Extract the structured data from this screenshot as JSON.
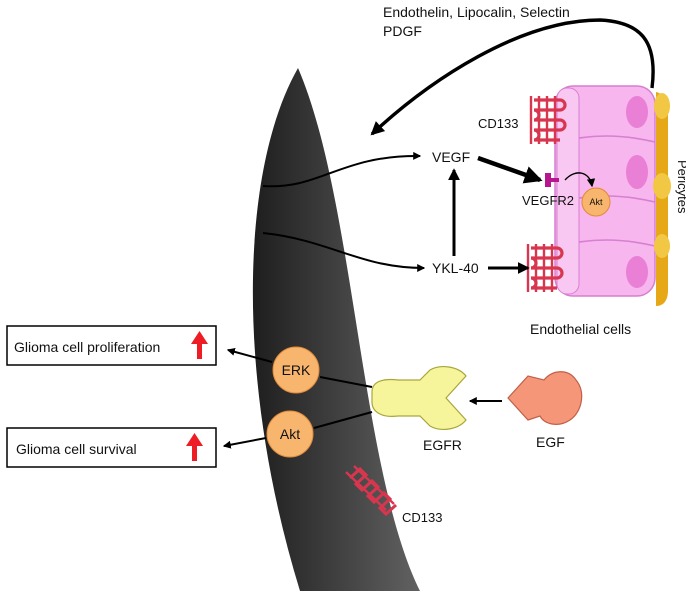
{
  "labels": {
    "signals_top_line1": "Endothelin, Lipocalin, Selectin",
    "signals_top_line2": "PDGF",
    "vegf": "VEGF",
    "vegfr2": "VEGFR2",
    "ykl40": "YKL-40",
    "cd133_endothelial": "CD133",
    "cd133_glioma": "CD133",
    "akt_endothelial": "Akt",
    "pericytes": "Pericytes",
    "endothelial_cells": "Endothelial cells",
    "egfr": "EGFR",
    "egf": "EGF",
    "erk": "ERK",
    "akt_glioma": "Akt",
    "proliferation": "Glioma cell proliferation",
    "survival": "Glioma cell survival"
  },
  "colors": {
    "endothelial_fill": "#f7b6ee",
    "endothelial_stroke": "#d77fd0",
    "nucleus": "#ea7fd6",
    "receptor_red": "#d8364f",
    "pericyte": "#e6a817",
    "kinase_orange": "#f7b56e",
    "egfr_yellow": "#f6f59c",
    "egf_salmon": "#f69679",
    "up_arrow": "#ee1c24",
    "vegfr2_magenta": "#b8168f"
  },
  "icons": {
    "up_arrow_proliferation": "up-arrow-icon",
    "up_arrow_survival": "up-arrow-icon"
  }
}
